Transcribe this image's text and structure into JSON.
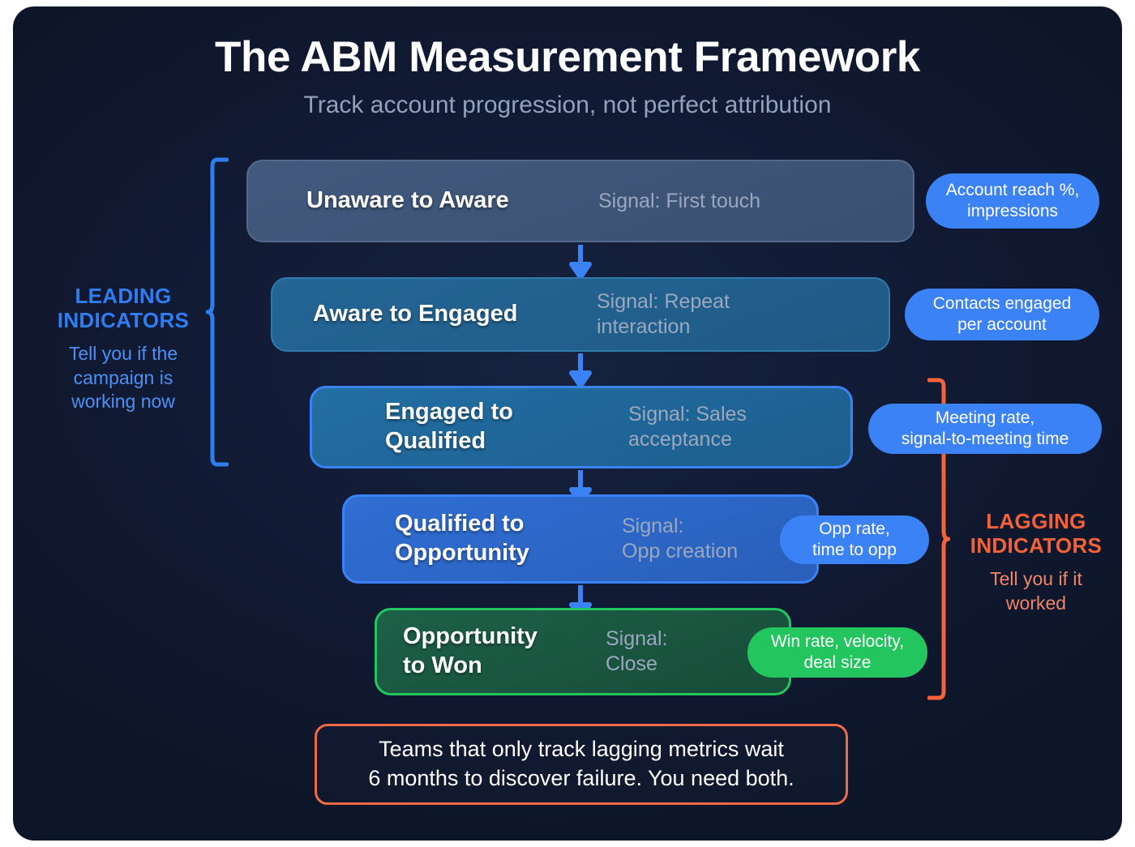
{
  "header": {
    "title": "The ABM Measurement Framework",
    "subtitle": "Track account progression, not perfect attribution"
  },
  "colors": {
    "background": "#111a33",
    "leading_accent": "#2f7ef0",
    "lagging_accent": "#f4623a",
    "pill_blue": "#3b82f6",
    "pill_green": "#22c55e",
    "arrow": "#3b82f6",
    "callout_border": "#ef6a45",
    "text_primary": "#ffffff",
    "text_muted": "#9aa8bf"
  },
  "stages": [
    {
      "title": "Unaware to Aware",
      "signal": "Signal: First touch",
      "metric": "Account reach %, impressions",
      "metric_lines": [
        "Account reach %,",
        "impressions"
      ],
      "metric_color": "#3b82f6"
    },
    {
      "title": "Aware to Engaged",
      "signal": "Signal: Repeat interaction",
      "signal_lines": [
        "Signal: Repeat",
        "interaction"
      ],
      "metric": "Contacts engaged per account",
      "metric_lines": [
        "Contacts engaged",
        "per account"
      ],
      "metric_color": "#3b82f6"
    },
    {
      "title": "Engaged to Qualified",
      "title_lines": [
        "Engaged to",
        "Qualified"
      ],
      "signal": "Signal: Sales acceptance",
      "signal_lines": [
        "Signal: Sales",
        "acceptance"
      ],
      "metric": "Meeting rate, signal-to-meeting time",
      "metric_lines": [
        "Meeting rate,",
        "signal-to-meeting time"
      ],
      "metric_color": "#3b82f6"
    },
    {
      "title": "Qualified to Opportunity",
      "title_lines": [
        "Qualified to",
        "Opportunity"
      ],
      "signal": "Signal: Opp creation",
      "signal_lines": [
        "Signal:",
        "Opp creation"
      ],
      "metric": "Opp rate, time to opp",
      "metric_lines": [
        "Opp rate,",
        "time to opp"
      ],
      "metric_color": "#3b82f6"
    },
    {
      "title": "Opportunity to Won",
      "title_lines": [
        "Opportunity",
        "to Won"
      ],
      "signal": "Signal: Close",
      "signal_lines": [
        "Signal:",
        "Close"
      ],
      "metric": "Win rate, velocity, deal size",
      "metric_lines": [
        "Win rate, velocity,",
        "deal size"
      ],
      "metric_color": "#22c55e"
    }
  ],
  "indicators": {
    "leading": {
      "title": "LEADING INDICATORS",
      "title_lines": [
        "LEADING",
        "INDICATORS"
      ],
      "description": "Tell you if the campaign is working now",
      "description_lines": [
        "Tell you if the",
        "campaign is",
        "working now"
      ]
    },
    "lagging": {
      "title": "LAGGING INDICATORS",
      "title_lines": [
        "LAGGING",
        "INDICATORS"
      ],
      "description": "Tell you if it worked",
      "description_lines": [
        "Tell you if it",
        "worked"
      ]
    }
  },
  "callout": {
    "text": "Teams that only track lagging metrics wait 6 months to discover failure. You need both.",
    "lines": [
      "Teams that only track lagging metrics wait",
      "6 months to discover failure. You need both."
    ]
  }
}
